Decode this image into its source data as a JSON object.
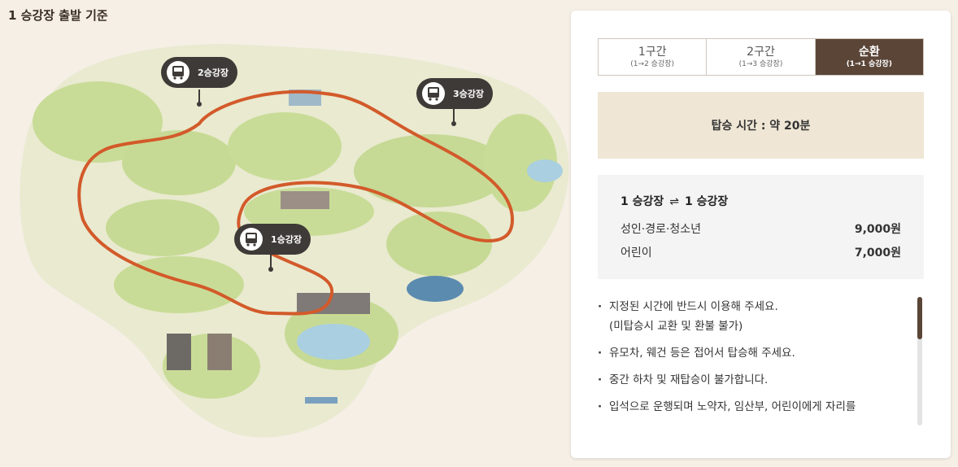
{
  "heading": "1 승강장 출발 기준",
  "map": {
    "stops": [
      {
        "label": "2승강장",
        "icon": "bus-icon"
      },
      {
        "label": "3승강장",
        "icon": "bus-icon"
      },
      {
        "label": "1승강장",
        "icon": "bus-icon"
      }
    ],
    "route_color": "#d35a2a"
  },
  "tabs": [
    {
      "title": "1구간",
      "sub": "(1→2 승강장)",
      "active": false
    },
    {
      "title": "2구간",
      "sub": "(1→3 승강장)",
      "active": false
    },
    {
      "title": "순환",
      "sub": "(1→1 승강장)",
      "active": true
    }
  ],
  "ride_time": "탑승 시간 : 약 20분",
  "fare": {
    "route_from": "1 승강장",
    "route_swap": "⇌",
    "route_to": "1 승강장",
    "rows": [
      {
        "label": "성인·경로·청소년",
        "price": "9,000원"
      },
      {
        "label": "어린이",
        "price": "7,000원"
      }
    ]
  },
  "notes": [
    "지정된 시간에 반드시 이용해 주세요.\n(미탑승시 교환 및 환불 불가)",
    "유모차, 웨건 등은 접어서 탑승해 주세요.",
    "중간 하차 및 재탑승이 불가합니다.",
    "입석으로 운행되며 노약자, 임산부, 어린이에게 자리를"
  ],
  "colors": {
    "accent": "#5a4537",
    "time_bg": "#efe6d5",
    "fare_bg": "#f4f4f4"
  }
}
